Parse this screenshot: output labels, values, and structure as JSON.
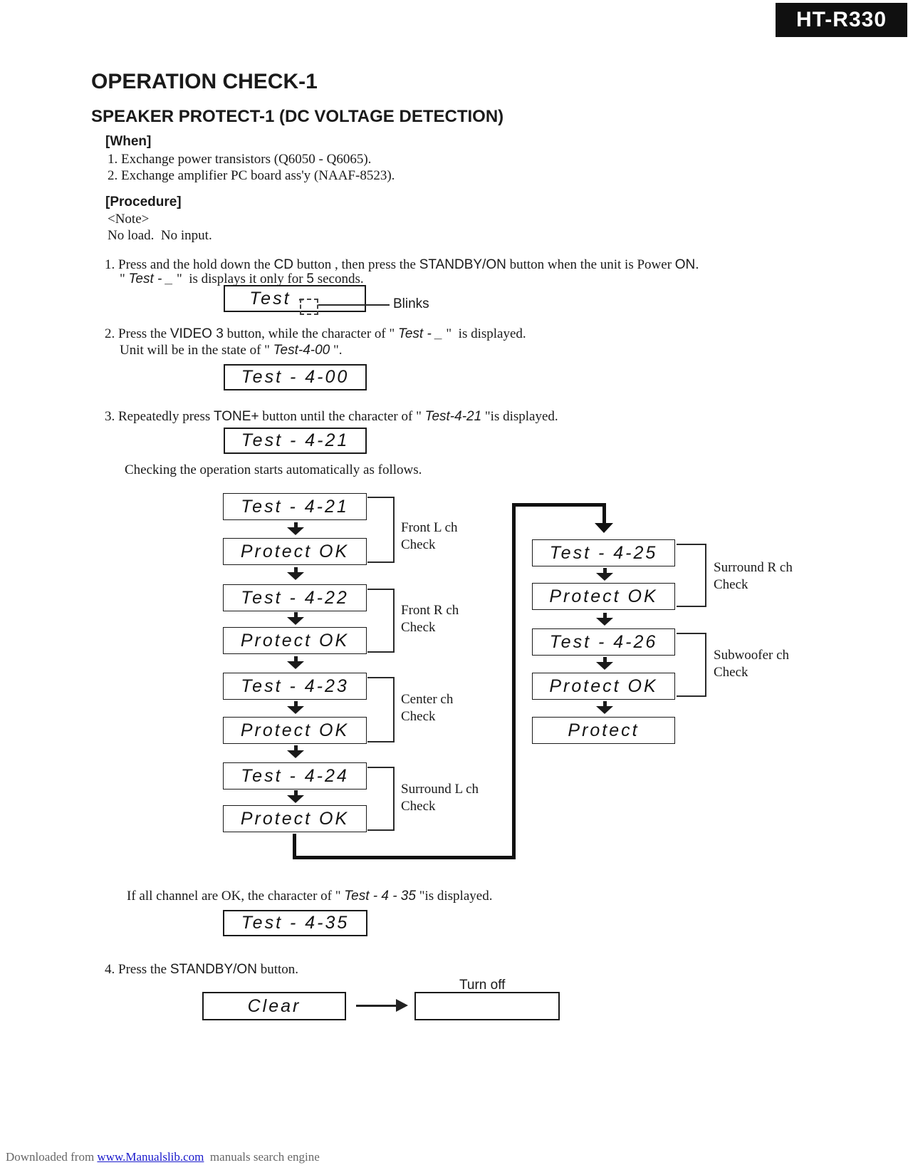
{
  "badge": {
    "model": "HT-R330"
  },
  "header": {
    "title": "OPERATION CHECK-1",
    "subtitle": "SPEAKER PROTECT-1 (DC VOLTAGE DETECTION)"
  },
  "when": {
    "heading": "[When]",
    "item1": "1. Exchange power transistors (Q6050 - Q6065).",
    "item2": "2. Exchange amplifier PC board ass'y (NAAF-8523)."
  },
  "procedure": {
    "heading": "[Procedure]",
    "note_label": "<Note>",
    "note_text": "No load.  No input."
  },
  "steps": {
    "step1": {
      "seg1": "1. Press and the hold down the ",
      "cd": "CD",
      "seg2": " button , then press the ",
      "standby": "STANDBY/ON",
      "seg3": " button when the unit is Power ",
      "on": "ON.",
      "quote_open": "\" ",
      "display": "Test - _",
      "seg4": " \"  is displays it only for ",
      "five": "5",
      "seg5": " seconds."
    },
    "step2": {
      "seg1": "2. Press the ",
      "video3": "VIDEO 3",
      "seg2": " button, while the character of \" ",
      "display": "Test - _",
      "seg3": " \"  is displayed.",
      "line2a": "Unit will be in the state of \" ",
      "display2": "Test-4-00",
      "line2b": " \"."
    },
    "step3": {
      "seg1": "3. Repeatedly press ",
      "tone": "TONE+",
      "seg2": " button until the character of \" ",
      "display": "Test-4-21",
      "seg3": " \"is displayed."
    },
    "checking": "Checking the operation starts automatically as follows.",
    "if_all": {
      "seg1": "If all channel are OK, the character of \" ",
      "display": "Test - 4 - 35",
      "seg2": " \"is displayed."
    },
    "step4": {
      "seg1": "4. Press the ",
      "standby": "STANDBY/ON",
      "seg2": " button."
    }
  },
  "displays": {
    "blink_box": "Test -",
    "cursor": "_",
    "blinks": "Blinks",
    "test400": "Test - 4-00",
    "test421": "Test - 4-21",
    "test435": "Test - 4-35",
    "clear": "Clear",
    "turn_off": "Turn off"
  },
  "flowchart": {
    "left": [
      {
        "test": "Test - 4-21",
        "result": "Protect OK",
        "label1": "Front L ch",
        "label2": "Check"
      },
      {
        "test": "Test - 4-22",
        "result": "Protect OK",
        "label1": "Front R ch",
        "label2": "Check"
      },
      {
        "test": "Test - 4-23",
        "result": "Protect OK",
        "label1": "Center ch",
        "label2": "Check"
      },
      {
        "test": "Test - 4-24",
        "result": "Protect OK",
        "label1": "Surround L ch",
        "label2": "Check"
      }
    ],
    "right": [
      {
        "test": "Test - 4-25",
        "result": "Protect OK",
        "label1": "Surround R ch",
        "label2": "Check"
      },
      {
        "test": "Test - 4-26",
        "result": "Protect OK",
        "label1": "Subwoofer ch",
        "label2": "Check"
      }
    ],
    "final_box": "Protect"
  },
  "footer": {
    "prefix": "Downloaded from ",
    "link": "www.Manualslib.com",
    "suffix": "  manuals search engine"
  }
}
